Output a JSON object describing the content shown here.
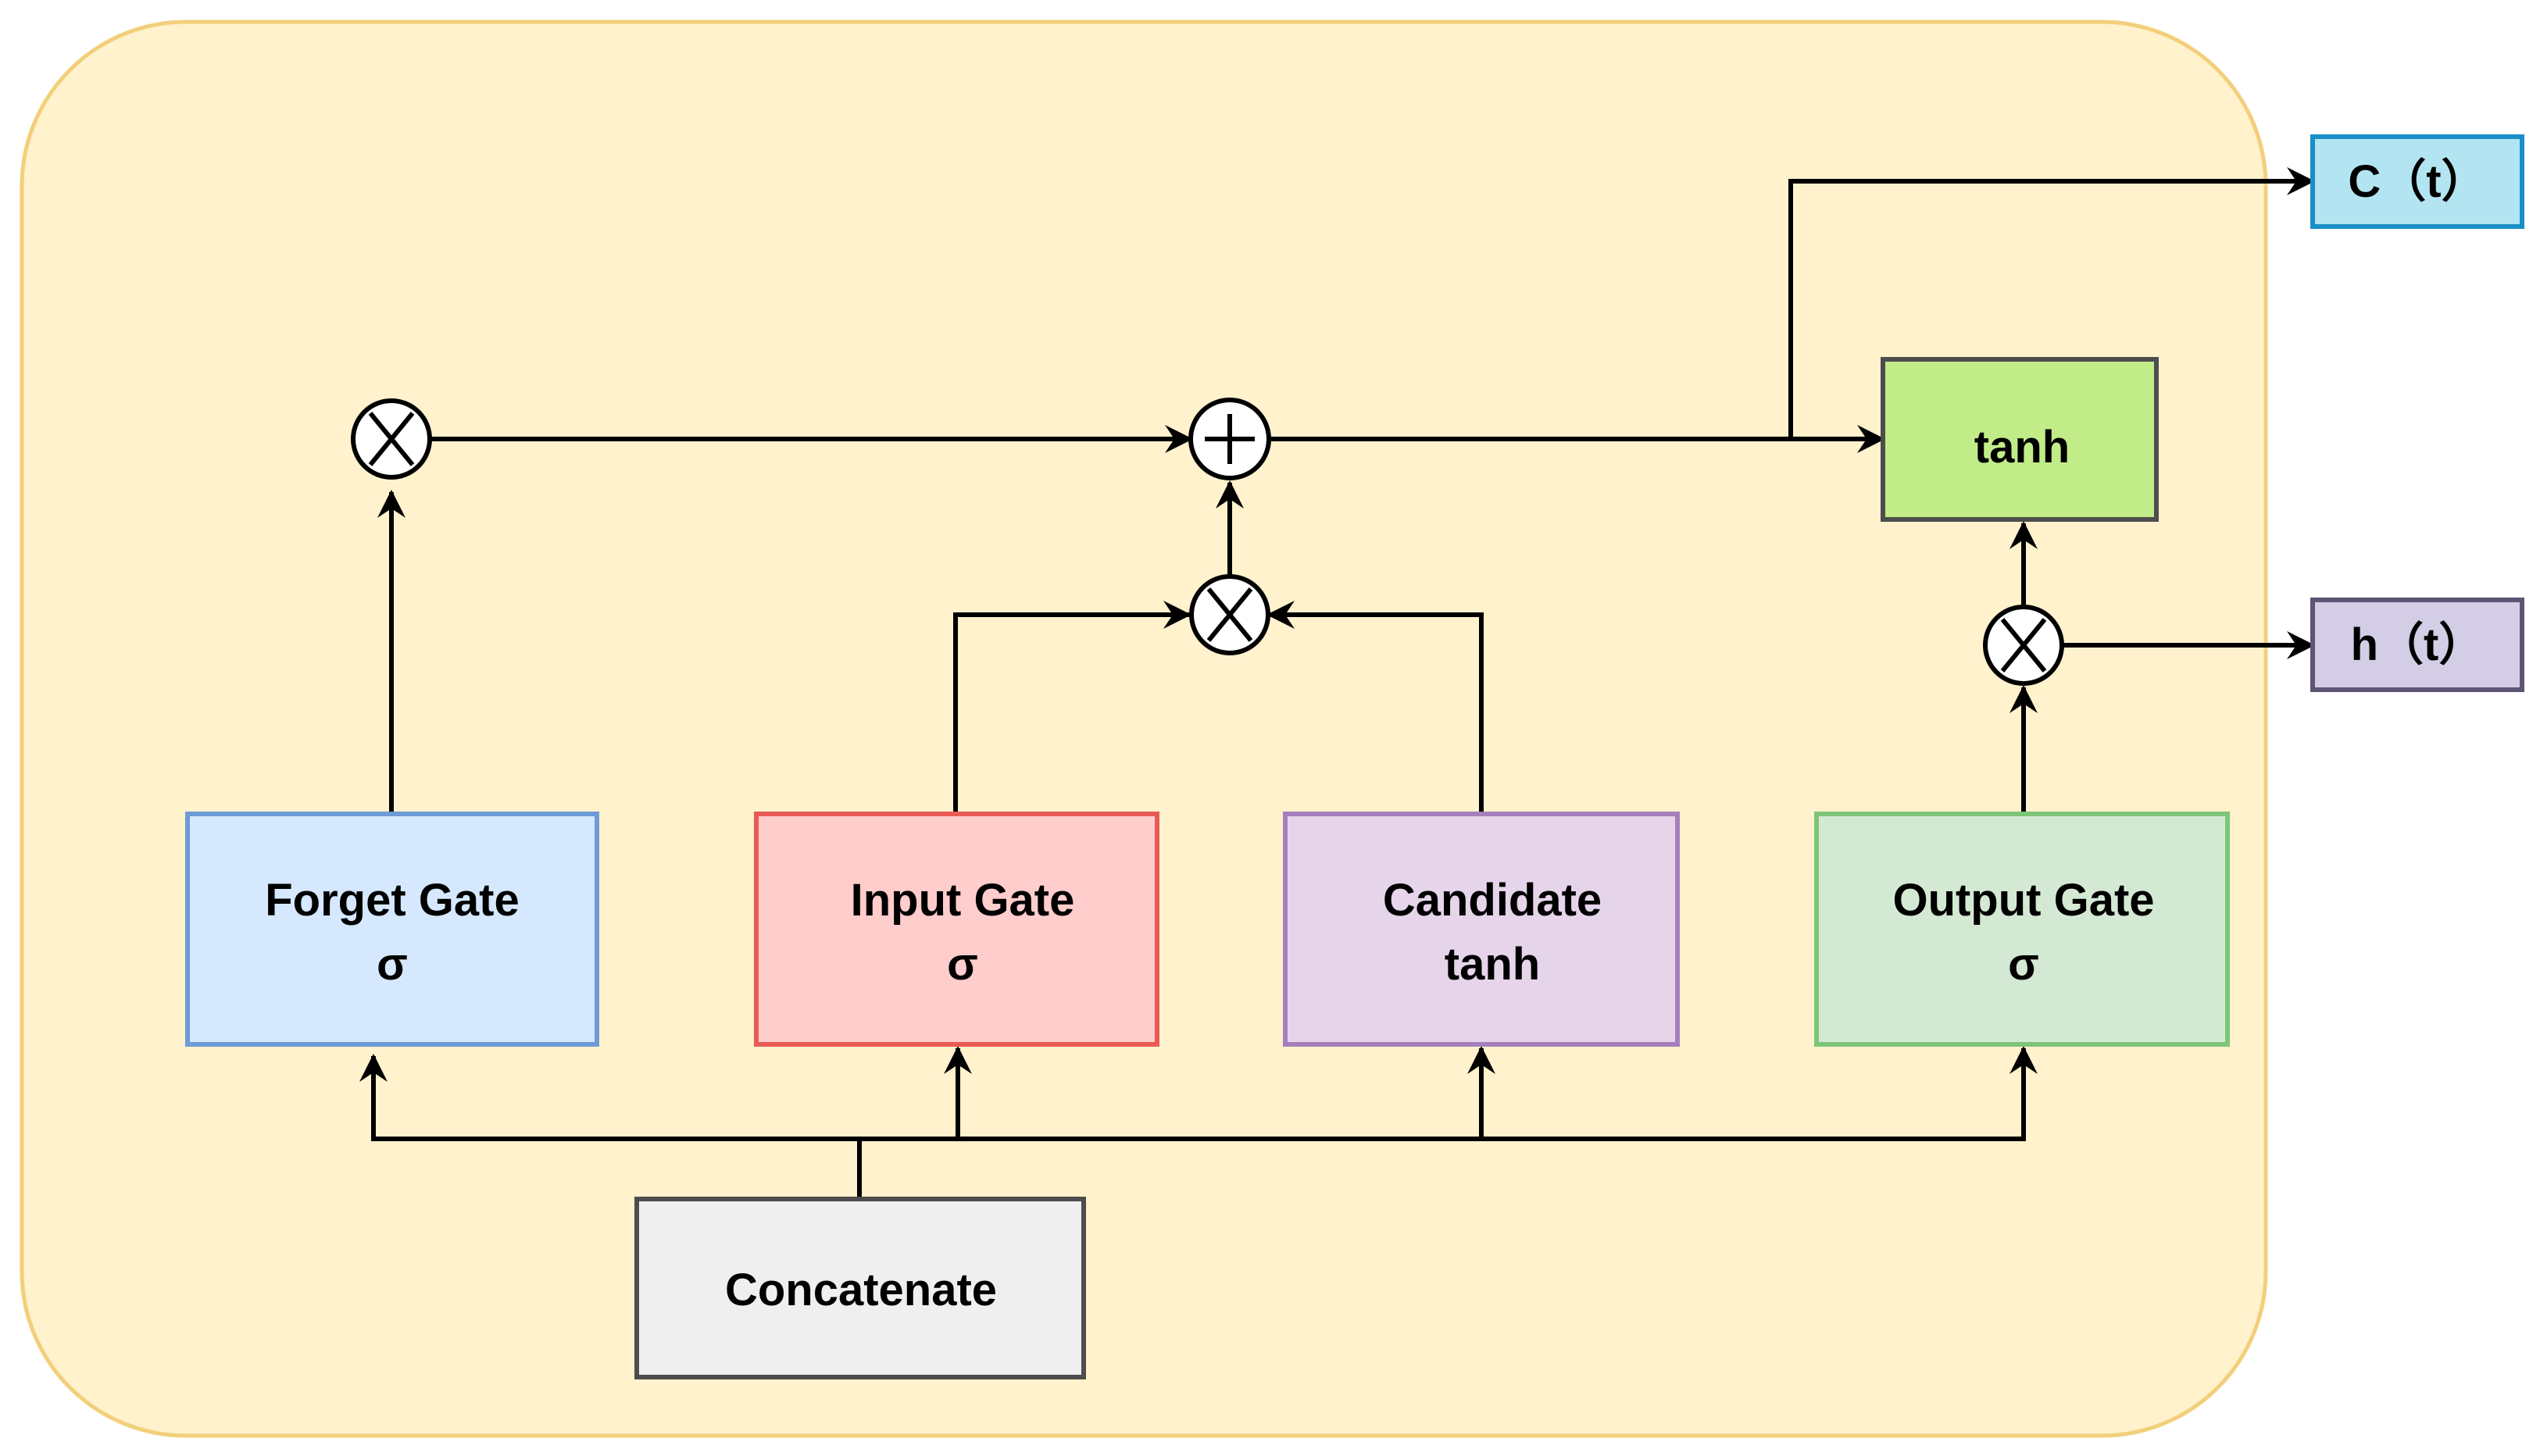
{
  "diagram": {
    "container_color": "#fff2cc",
    "container_border": "#f2cf7a",
    "edge_color": "#000000",
    "nodes": {
      "forget_gate": {
        "line1": "Forget Gate",
        "line2": "σ",
        "fill": "#d5e8fd",
        "stroke": "#6c9bd6"
      },
      "input_gate": {
        "line1": "Input Gate",
        "line2": "σ",
        "fill": "#fecdcc",
        "stroke": "#ea5a55"
      },
      "candidate": {
        "line1": "Candidate",
        "line2": "tanh",
        "fill": "#e6d5ea",
        "stroke": "#a47fbc"
      },
      "output_gate": {
        "line1": "Output Gate",
        "line2": "σ",
        "fill": "#d4e9d3",
        "stroke": "#7dc577"
      },
      "tanh_block": {
        "label": "tanh",
        "fill": "#c2ec88",
        "stroke": "#4d4d4d"
      },
      "concatenate": {
        "label": "Concatenate",
        "fill": "#efefef",
        "stroke": "#4d4d4d"
      },
      "cell_state_out": {
        "label": "C（t）",
        "fill": "#b2e5f1",
        "stroke": "#1a8fc7"
      },
      "hidden_state_out": {
        "label": "h（t）",
        "fill": "#d4cde6",
        "stroke": "#5e5474"
      }
    },
    "operators": {
      "forget_multiply": "multiply-icon",
      "cell_add": "add-icon",
      "input_multiply": "multiply-icon",
      "output_multiply": "multiply-icon"
    }
  }
}
